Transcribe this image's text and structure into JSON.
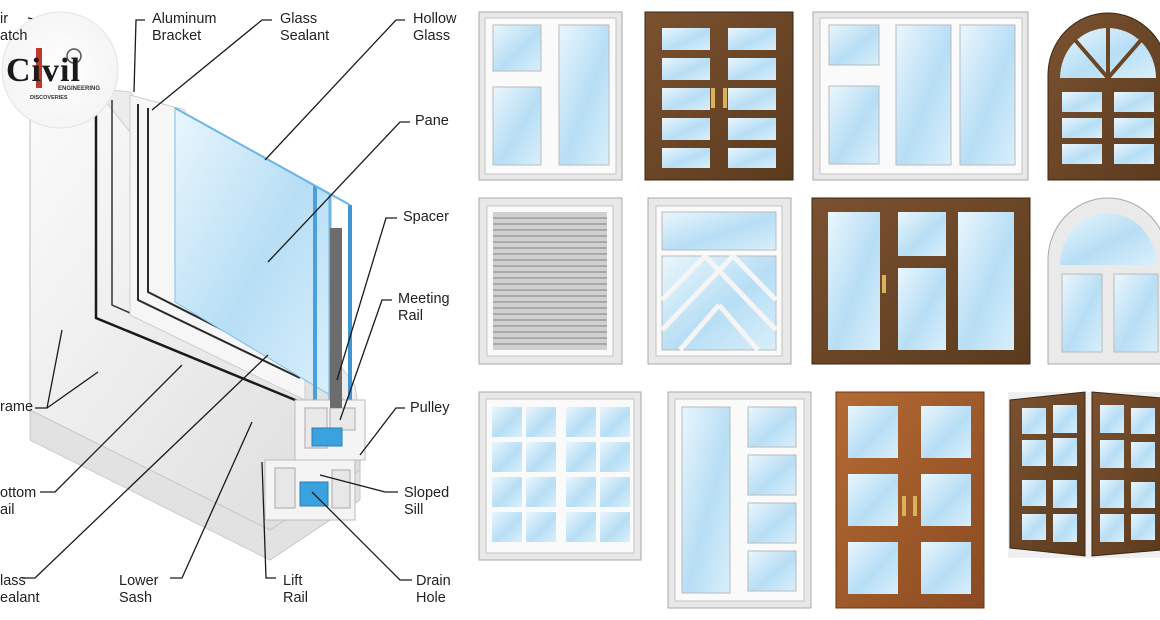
{
  "diagram": {
    "labels": {
      "air_latch": "ir\natch",
      "aluminum_bracket": "Aluminum\nBracket",
      "glass_sealant_top": "Glass\nSealant",
      "hollow_glass": "Hollow\nGlass",
      "pane": "Pane",
      "spacer": "Spacer",
      "meeting_rail": "Meeting\nRail",
      "pulley": "Pulley",
      "frame": "rame",
      "bottom_rail": "ottom\nail",
      "sloped_sill": "Sloped\nSill",
      "glass_sealant_bottom": "lass\nealant",
      "lower_sash": "Lower\nSash",
      "lift_rail": "Lift\nRail",
      "drain_hole": "Drain\nHole"
    }
  },
  "logo": {
    "title": "Civil",
    "subtitle_1": "ENGINEERING",
    "subtitle_2": "DISCOVERIES"
  },
  "colors": {
    "glass": "#c8e6f7",
    "glass_edge": "#5aa9e0",
    "wood_dark": "#6b4626",
    "wood_light": "#9a5a2c",
    "pvc": "#f3f3f3",
    "frame_gray": "#d9d9d9"
  },
  "window_gallery": {
    "styles": [
      "white-casement-2",
      "wood-french-muntin",
      "white-casement-3",
      "wood-arched-top",
      "white-louver",
      "white-diamond-lattice",
      "wood-transom-3",
      "white-round-top",
      "white-french-grid",
      "white-double-side",
      "wood-french-3x2",
      "wood-open-casement"
    ]
  }
}
